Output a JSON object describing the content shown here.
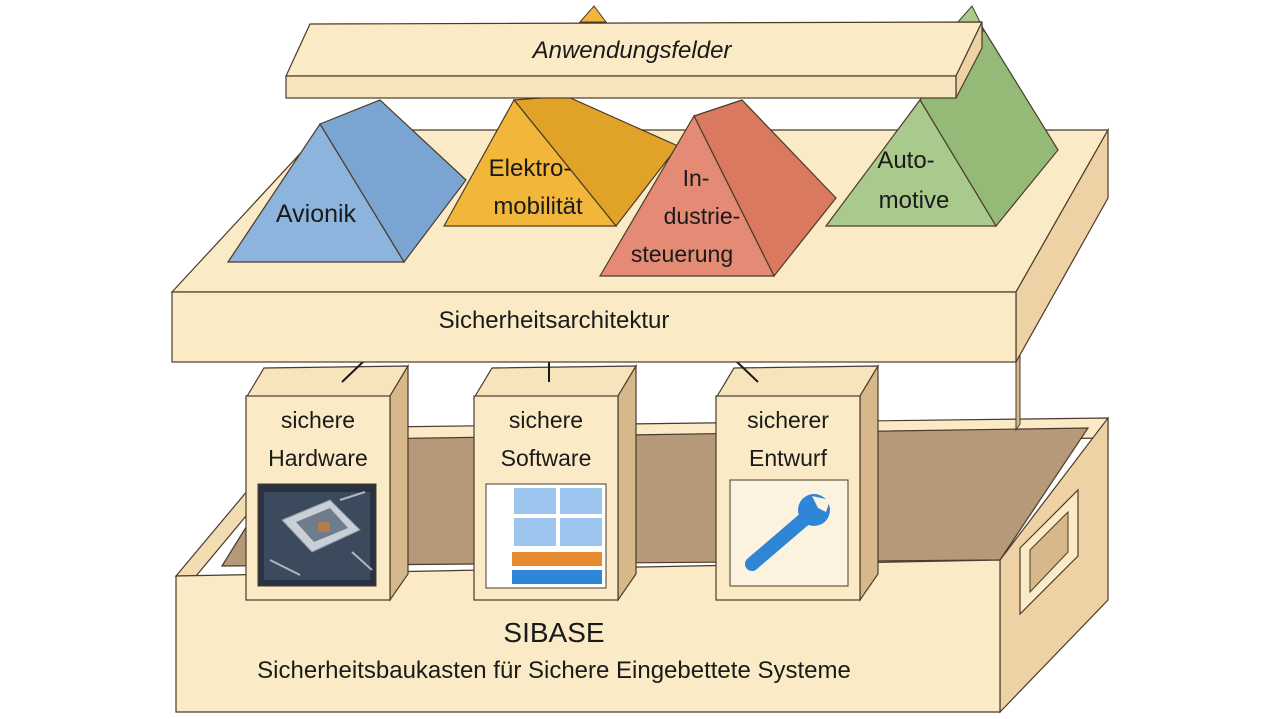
{
  "top_banner": {
    "label": "Anwendungsfelder"
  },
  "application_fields": [
    {
      "id": "avionik",
      "lines": [
        "Avionik"
      ],
      "color": "#8db4dd"
    },
    {
      "id": "elektromobilitaet",
      "lines": [
        "Elektro-",
        "mobilität"
      ],
      "color": "#f2b73a"
    },
    {
      "id": "industriesteuerung",
      "lines": [
        "In-",
        "dustrie-",
        "steuerung"
      ],
      "color": "#e58a74"
    },
    {
      "id": "automotive",
      "lines": [
        "Auto-",
        "motive"
      ],
      "color": "#a9c98d"
    }
  ],
  "architecture": {
    "label": "Sicherheitsarchitektur"
  },
  "pillars": [
    {
      "id": "hardware",
      "lines": [
        "sichere",
        "Hardware"
      ],
      "icon": "chip-icon"
    },
    {
      "id": "software",
      "lines": [
        "sichere",
        "Software"
      ],
      "icon": "window-icon"
    },
    {
      "id": "entwurf",
      "lines": [
        "sicherer",
        "Entwurf"
      ],
      "icon": "wrench-icon"
    }
  ],
  "base": {
    "title": "SIBASE",
    "subtitle": "Sicherheitsbaukasten für Sichere Eingebettete Systeme"
  },
  "colors": {
    "box_light": "#faebc6",
    "box_mid": "#eed2a5",
    "box_dark": "#d7b88a",
    "inner_floor": "#b59978",
    "outline": "#4a3b2a",
    "icon_blue": "#2f86d6"
  }
}
